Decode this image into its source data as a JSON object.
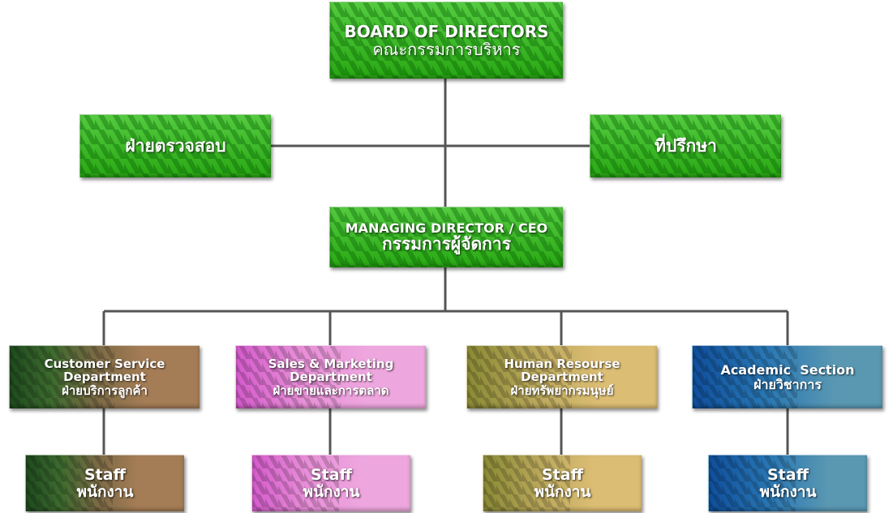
{
  "board": {
    "line1": "BOARD OF DIRECTORS",
    "line2": "คณะกรรมการบริหาร"
  },
  "audit": {
    "label": "ฝ่ายตรวจสอบ"
  },
  "advisor": {
    "label": "ที่ปรึกษา"
  },
  "ceo": {
    "line1": "MANAGING DIRECTOR / CEO",
    "line2": "กรรมการผู้จัดการ"
  },
  "departments": [
    {
      "line1": "Customer Service",
      "line2": "Department",
      "line3": "ฝ่ายบริการลูกค้า",
      "color": "#a47c55"
    },
    {
      "line1": "Sales & Marketing",
      "line2": "Department",
      "line3": "ฝ่ายขายและการตลาด",
      "color": "#eea7de"
    },
    {
      "line1": "Human Resourse",
      "line2": "Department",
      "line3": "ฝ่ายทรัพยากรมนุษย์",
      "color": "#dcbd74"
    },
    {
      "line1": "Academic  Section",
      "line2": "ฝ่ายวิชาการ",
      "color": "#5a98b2"
    }
  ],
  "staff": [
    {
      "line1": "Staff",
      "line2": "พนักงาน"
    },
    {
      "line1": "Staff",
      "line2": "พนักงาน"
    },
    {
      "line1": "Staff",
      "line2": "พนักงาน"
    },
    {
      "line1": "Staff",
      "line2": "พนักงาน"
    }
  ],
  "colors": {
    "green": "#2fbf16",
    "connector": "#555555"
  }
}
